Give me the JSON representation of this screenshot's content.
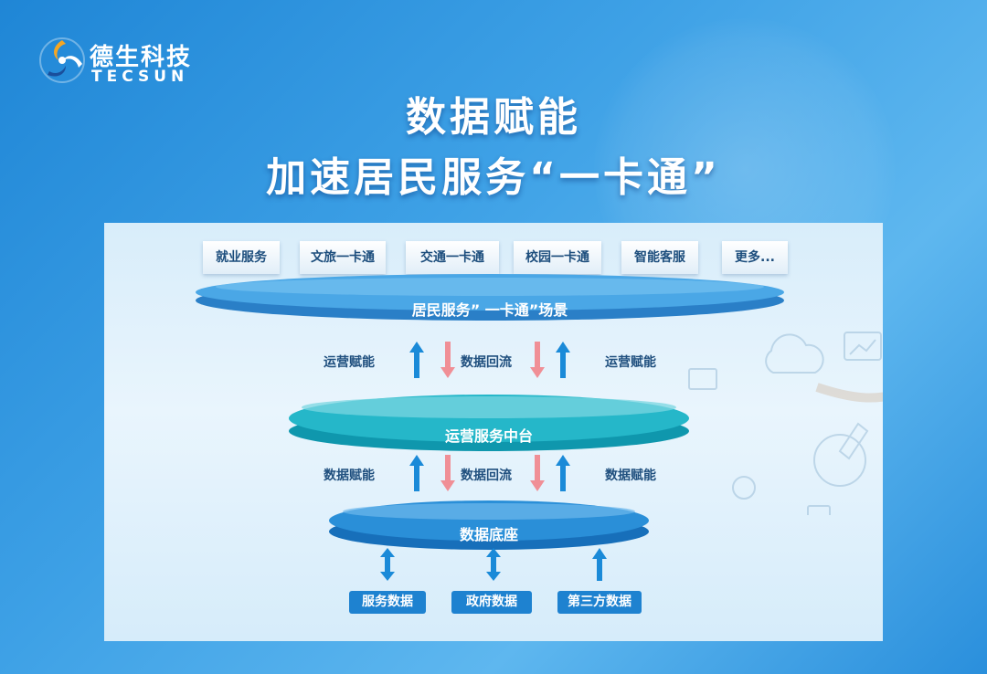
{
  "brand": {
    "name_cn": "德生科技",
    "name_en": "TECSUN"
  },
  "title": {
    "line1": "数据赋能",
    "line2": "加速居民服务“一卡通”"
  },
  "scenarios": [
    "就业服务",
    "文旅一卡通",
    "交通一卡通",
    "校园一卡通",
    "智能客服",
    "更多..."
  ],
  "layers": {
    "top": "居民服务” 一卡通”场景",
    "middle": "运营服务中台",
    "bottom": "数据底座"
  },
  "flows_upper": {
    "left": "运营赋能",
    "center": "数据回流",
    "right": "运营赋能"
  },
  "flows_lower": {
    "left": "数据赋能",
    "center": "数据回流",
    "right": "数据赋能"
  },
  "sources": [
    "服务数据",
    "政府数据",
    "第三方数据"
  ],
  "colors": {
    "background": "#2a8fdc",
    "top_disk": "#3d9be0",
    "middle_disk": "#1aaec2",
    "bottom_disk": "#1f86d2",
    "arrow_up": "#1a8ad8",
    "arrow_down": "#f08f96",
    "source_badge": "#1e82d0"
  }
}
